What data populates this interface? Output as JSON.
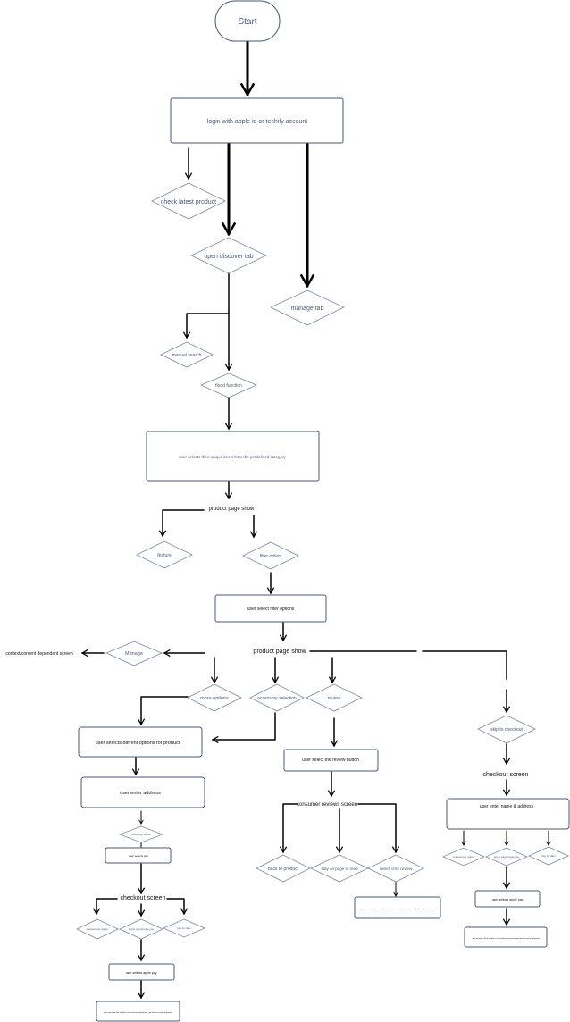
{
  "colors": {
    "stroke": "#4a5878",
    "text": "#4a5878",
    "arrow": "#000000"
  },
  "nodes": {
    "start": "Start",
    "login": "login with  apple id  or  techify account",
    "check_latest": "check latest product",
    "open_discover": "open discover  tab",
    "manage_tab": "manage tab",
    "manual_search": "manuel search",
    "flood_function": "flood function",
    "user_selects_items": "user selects   their unique  items from the predefined category",
    "product_page_show_1": "product page show",
    "feature": "feature",
    "filter_option": "filter option",
    "user_select_filter": "user select filter options",
    "product_page_show_2": "product page show",
    "manage": "Manage",
    "context_screen": "context/content dependant  screen",
    "more_options": "more options",
    "accessory_selection": "accessory selection",
    "review": "review",
    "skip_to_checkout": "skip to checkout",
    "user_selects_options": "user selects diffrent  options for  product",
    "user_select_review_button": "user   select the review button",
    "checkout_screen_right": "checkout screen",
    "user_enter_address": "user enter  address",
    "consumer_reviews_screen": "consumer  reviews screen",
    "user_enter_name_address": "user enter  name & address",
    "press_pay_button": "press pay button",
    "user_selects_pay": "user selects pay",
    "back_to_product": "back to product",
    "stay_on_page": "stay on page to read",
    "select_critic_review": "select critic review",
    "critic_note": "you can see the reviews from critic and navigate to their website, the original article",
    "manual_pay_right": "manual  pay option",
    "apple_pay_right": "apple pay/google pay",
    "pay_later_right": "pay for later",
    "user_selects_apple_pay_right": "user selects apple pay",
    "final_note_right": "user manages their products via tracking department, personal account integrated",
    "checkout_screen_left": "checkout screen",
    "manual_pay_left": "manual  pay option",
    "apple_pay_left": "apple pay/google pay",
    "pay_later_left": "pay for later",
    "user_selects_apple_pay_left": "user selects apple pay",
    "final_note_left": "user manages  their products via tracking department , personal account integrated"
  }
}
